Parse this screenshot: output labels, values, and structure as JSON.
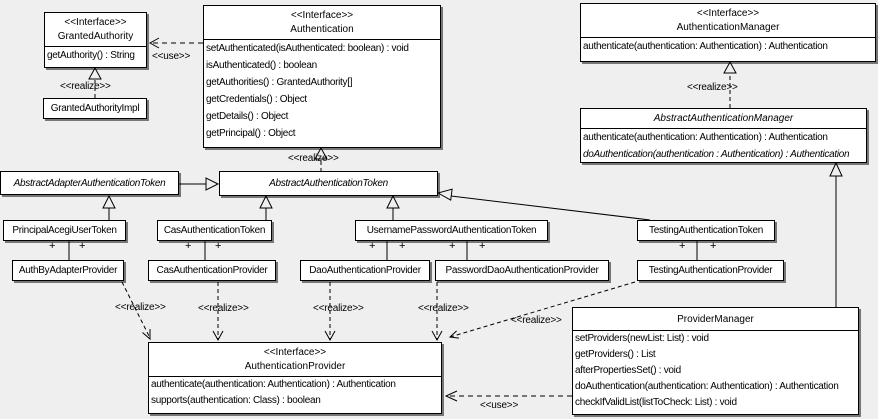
{
  "diagram": {
    "background": "#efefef",
    "box_fill": "#ffffff",
    "line_color": "#000000",
    "labels": {
      "use": "<<use>>",
      "realize": "<<realize>>",
      "plus": "+"
    }
  },
  "classes": {
    "granted_authority": {
      "stereotype": "<<Interface>>",
      "name": "GrantedAuthority",
      "methods": [
        "getAuthority() : String"
      ]
    },
    "granted_authority_impl": {
      "name": "GrantedAuthorityImpl"
    },
    "authentication": {
      "stereotype": "<<Interface>>",
      "name": "Authentication",
      "methods": [
        "setAuthenticated(isAuthenticated: boolean) : void",
        "isAuthenticated() : boolean",
        "getAuthorities() : GrantedAuthority[]",
        "getCredentials() : Object",
        "getDetails() : Object",
        "getPrincipal() : Object"
      ]
    },
    "authentication_manager": {
      "stereotype": "<<Interface>>",
      "name": "AuthenticationManager",
      "methods": [
        "authenticate(authentication: Authentication) : Authentication"
      ]
    },
    "abstract_authentication_manager": {
      "name": "AbstractAuthenticationManager",
      "methods": [
        "authenticate(authentication: Authentication) : Authentication",
        "doAuthentication(authentication : Authentication) : Authentication"
      ]
    },
    "abstract_adapter_authentication_token": {
      "name": "AbstractAdapterAuthenticationToken"
    },
    "abstract_authentication_token": {
      "name": "AbstractAuthenticationToken"
    },
    "principal_acegi_user_token": {
      "name": "PrincipalAcegiUserToken"
    },
    "cas_authentication_token": {
      "name": "CasAuthenticationToken"
    },
    "username_password_authentication_token": {
      "name": "UsernamePasswordAuthenticationToken"
    },
    "testing_authentication_token": {
      "name": "TestingAuthenticationToken"
    },
    "auth_by_adapter_provider": {
      "name": "AuthByAdapterProvider"
    },
    "cas_authentication_provider": {
      "name": "CasAuthenticationProvider"
    },
    "dao_authentication_provider": {
      "name": "DaoAuthenticationProvider"
    },
    "password_dao_authentication_provider": {
      "name": "PasswordDaoAuthenticationProvider"
    },
    "testing_authentication_provider": {
      "name": "TestingAuthenticationProvider"
    },
    "provider_manager": {
      "name": "ProviderManager",
      "methods": [
        "setProviders(newList: List) : void",
        "getProviders() : List",
        "afterPropertiesSet() : void",
        "doAuthentication(authentication: Authentication) : Authentication",
        "checkIfValidList(listToCheck: List) : void"
      ]
    },
    "authentication_provider": {
      "stereotype": "<<Interface>>",
      "name": "AuthenticationProvider",
      "methods": [
        "authenticate(authentication: Authentication) : Authentication",
        "supports(authentication: Class) : boolean"
      ]
    }
  }
}
